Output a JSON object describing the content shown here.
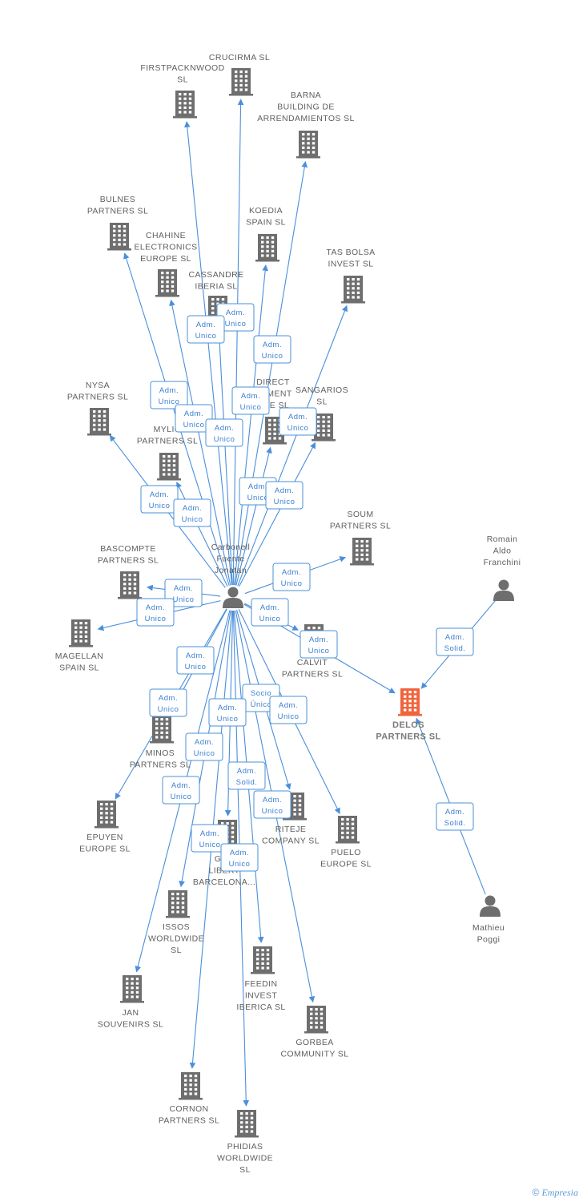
{
  "colors": {
    "edge": "#4a8fdb",
    "node": "#6e6e6e",
    "focus": "#f0643c",
    "label": "#5f5f5f"
  },
  "nodes": [
    {
      "id": "crucirma",
      "kind": "company",
      "label": [
        "CRUCIRMA  SL"
      ]
    },
    {
      "id": "firstpack",
      "kind": "company",
      "label": [
        "FIRSTPACKNWOOD",
        "SL"
      ]
    },
    {
      "id": "barna",
      "kind": "company",
      "label": [
        "BARNA",
        "BUILDING DE",
        "ARRENDAMIENTOS SL"
      ]
    },
    {
      "id": "bulnes",
      "kind": "company",
      "label": [
        "BULNES",
        "PARTNERS  SL"
      ]
    },
    {
      "id": "koedia",
      "kind": "company",
      "label": [
        "KOEDIA",
        "SPAIN  SL"
      ]
    },
    {
      "id": "chahine",
      "kind": "company",
      "label": [
        "CHAHINE",
        "ELECTRONICS",
        "EUROPE  SL"
      ]
    },
    {
      "id": "tasbolsa",
      "kind": "company",
      "label": [
        "TAS BOLSA",
        "INVEST SL"
      ]
    },
    {
      "id": "cassandre",
      "kind": "company",
      "label": [
        "CASSANDRE",
        "IBERIA  SL"
      ]
    },
    {
      "id": "nysa",
      "kind": "company",
      "label": [
        "NYSA",
        "PARTNERS  SL"
      ]
    },
    {
      "id": "direct",
      "kind": "company",
      "label": [
        "DIRECT",
        "GEMENT",
        "OPE SL"
      ]
    },
    {
      "id": "sangarios",
      "kind": "company",
      "label": [
        "SANGARIOS",
        "SL"
      ]
    },
    {
      "id": "mylio",
      "kind": "company",
      "label": [
        "MYLIO",
        "PARTNERS  SL"
      ]
    },
    {
      "id": "soum",
      "kind": "company",
      "label": [
        "SOUM",
        "PARTNERS  SL"
      ]
    },
    {
      "id": "bascompte",
      "kind": "company",
      "label": [
        "BASCOMPTE",
        "PARTNERS SL"
      ]
    },
    {
      "id": "magellan",
      "kind": "company",
      "label": [
        "MAGELLAN",
        "SPAIN  SL"
      ]
    },
    {
      "id": "calvit",
      "kind": "company",
      "label": [
        "CALVIT",
        "PARTNERS  SL"
      ]
    },
    {
      "id": "delos",
      "kind": "focus",
      "label": [
        "DELOS",
        "PARTNERS  SL"
      ]
    },
    {
      "id": "minos",
      "kind": "company",
      "label": [
        "MINOS",
        "PARTNERS  SL"
      ]
    },
    {
      "id": "epuyen",
      "kind": "company",
      "label": [
        "EPUYEN",
        "EUROPE  SL"
      ]
    },
    {
      "id": "riteje",
      "kind": "company",
      "label": [
        "RITEJE",
        "COMPANY SL"
      ]
    },
    {
      "id": "puelo",
      "kind": "company",
      "label": [
        "PUELO",
        "EUROPE  SL"
      ]
    },
    {
      "id": "gcr",
      "kind": "company",
      "label": [
        "GCR",
        "LIBERT",
        "BARCELONA..."
      ]
    },
    {
      "id": "issos",
      "kind": "company",
      "label": [
        "ISSOS",
        "WORLDWIDE",
        "SL"
      ]
    },
    {
      "id": "feedin",
      "kind": "company",
      "label": [
        "FEEDIN",
        "INVEST",
        "IBERICA SL"
      ]
    },
    {
      "id": "jan",
      "kind": "company",
      "label": [
        "JAN",
        "SOUVENIRS  SL"
      ]
    },
    {
      "id": "gorbea",
      "kind": "company",
      "label": [
        "GORBEA",
        "COMMUNITY  SL"
      ]
    },
    {
      "id": "cornon",
      "kind": "company",
      "label": [
        "CORNON",
        "PARTNERS  SL"
      ]
    },
    {
      "id": "phidias",
      "kind": "company",
      "label": [
        "PHIDIAS",
        "WORLDWIDE",
        "SL"
      ]
    },
    {
      "id": "carbonell",
      "kind": "person",
      "label": [
        "Carbonell",
        "Fuente",
        "Jonatan"
      ]
    },
    {
      "id": "romain",
      "kind": "person",
      "label": [
        "Romain",
        "Aldo",
        "Franchini"
      ]
    },
    {
      "id": "mathieu",
      "kind": "person",
      "label": [
        "Mathieu",
        "Poggi"
      ]
    }
  ],
  "edges": [
    {
      "from": "carbonell",
      "to": "crucirma",
      "rel": [
        "Adm.",
        "Unico"
      ]
    },
    {
      "from": "carbonell",
      "to": "firstpack",
      "rel": [
        "Adm.",
        "Unico"
      ]
    },
    {
      "from": "carbonell",
      "to": "barna",
      "rel": [
        "Adm.",
        "Unico"
      ]
    },
    {
      "from": "carbonell",
      "to": "bulnes",
      "rel": [
        "Adm.",
        "Unico"
      ]
    },
    {
      "from": "carbonell",
      "to": "koedia",
      "rel": [
        "Adm.",
        "Unico"
      ]
    },
    {
      "from": "carbonell",
      "to": "chahine",
      "rel": [
        "Adm.",
        "Unico"
      ]
    },
    {
      "from": "carbonell",
      "to": "tasbolsa",
      "rel": [
        "Adm.",
        "Unico"
      ]
    },
    {
      "from": "carbonell",
      "to": "cassandre",
      "rel": [
        "Adm.",
        "Unico"
      ]
    },
    {
      "from": "carbonell",
      "to": "nysa",
      "rel": [
        "Adm.",
        "Unico"
      ]
    },
    {
      "from": "carbonell",
      "to": "direct",
      "rel": [
        "Adm.",
        "Unico"
      ]
    },
    {
      "from": "carbonell",
      "to": "sangarios",
      "rel": [
        "Adm.",
        "Unico"
      ]
    },
    {
      "from": "carbonell",
      "to": "mylio",
      "rel": [
        "Adm.",
        "Unico"
      ]
    },
    {
      "from": "carbonell",
      "to": "soum",
      "rel": [
        "Adm.",
        "Unico"
      ]
    },
    {
      "from": "carbonell",
      "to": "bascompte",
      "rel": [
        "Adm.",
        "Unico"
      ]
    },
    {
      "from": "carbonell",
      "to": "magellan",
      "rel": [
        "Adm.",
        "Unico"
      ]
    },
    {
      "from": "carbonell",
      "to": "calvit",
      "rel": [
        "Adm.",
        "Unico"
      ]
    },
    {
      "from": "carbonell",
      "to": "delos",
      "rel": [
        "Adm.",
        "Unico"
      ]
    },
    {
      "from": "romain",
      "to": "delos",
      "rel": [
        "Adm.",
        "Solid."
      ]
    },
    {
      "from": "mathieu",
      "to": "delos",
      "rel": [
        "Adm.",
        "Solid."
      ]
    },
    {
      "from": "carbonell",
      "to": "minos",
      "rel": [
        "Adm.",
        "Unico"
      ]
    },
    {
      "from": "carbonell",
      "to": "epuyen",
      "rel": [
        "Adm.",
        "Unico"
      ]
    },
    {
      "from": "carbonell",
      "to": "riteje",
      "rel": [
        "Socio",
        "Único"
      ]
    },
    {
      "from": "carbonell",
      "to": "puelo",
      "rel": [
        "Adm.",
        "Unico"
      ]
    },
    {
      "from": "carbonell",
      "to": "gcr",
      "rel": [
        "Adm.",
        "Solid."
      ]
    },
    {
      "from": "carbonell",
      "to": "issos",
      "rel": [
        "Adm.",
        "Unico"
      ]
    },
    {
      "from": "carbonell",
      "to": "feedin",
      "rel": [
        "Adm.",
        "Unico"
      ]
    },
    {
      "from": "carbonell",
      "to": "jan",
      "rel": [
        "Adm.",
        "Unico"
      ]
    },
    {
      "from": "carbonell",
      "to": "gorbea",
      "rel": [
        "Adm.",
        "Unico"
      ]
    },
    {
      "from": "carbonell",
      "to": "cornon",
      "rel": [
        "Adm.",
        "Unico"
      ]
    },
    {
      "from": "carbonell",
      "to": "phidias",
      "rel": [
        "Adm.",
        "Unico"
      ]
    }
  ],
  "brand": {
    "copyright": "©",
    "name": "Empresia"
  }
}
